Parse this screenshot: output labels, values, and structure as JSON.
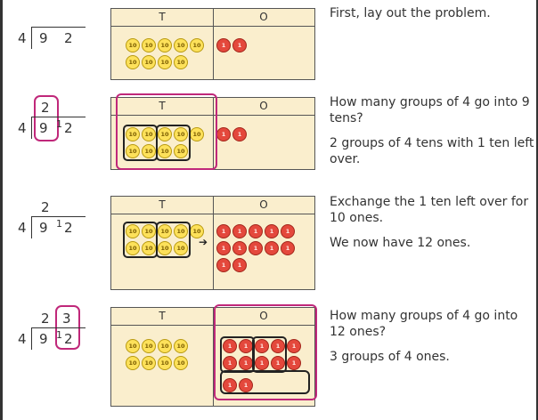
{
  "steps": [
    {
      "divisor": "4",
      "dividend_tens": "9",
      "dividend_ones": "2",
      "quotient_tens": "",
      "quotient_ones": "",
      "exchange_mark": "",
      "text": [
        "First, lay out the problem."
      ]
    },
    {
      "divisor": "4",
      "dividend_tens": "9",
      "dividend_ones": "2",
      "quotient_tens": "2",
      "quotient_ones": "",
      "exchange_mark": "1",
      "text": [
        "How many groups of 4 go into 9 tens?",
        "2 groups of 4 tens with 1 ten left over."
      ]
    },
    {
      "divisor": "4",
      "dividend_tens": "9",
      "dividend_ones": "2",
      "quotient_tens": "2",
      "quotient_ones": "",
      "exchange_mark": "1",
      "text": [
        "Exchange the 1 ten left over for 10 ones.",
        "We now have 12 ones."
      ]
    },
    {
      "divisor": "4",
      "dividend_tens": "9",
      "dividend_ones": "2",
      "quotient_tens": "2",
      "quotient_ones": "3",
      "exchange_mark": "1",
      "text": [
        "How many groups of 4 go into 12 ones?",
        "3 groups of 4 ones."
      ]
    }
  ],
  "table": {
    "tens_header": "T",
    "ones_header": "O"
  },
  "counters": {
    "ten_label": "10",
    "one_label": "1"
  },
  "colors": {
    "ten_counter": "#fde15a",
    "one_counter": "#e4483c",
    "highlight": "#c0287a",
    "table_bg": "#faeecd"
  }
}
